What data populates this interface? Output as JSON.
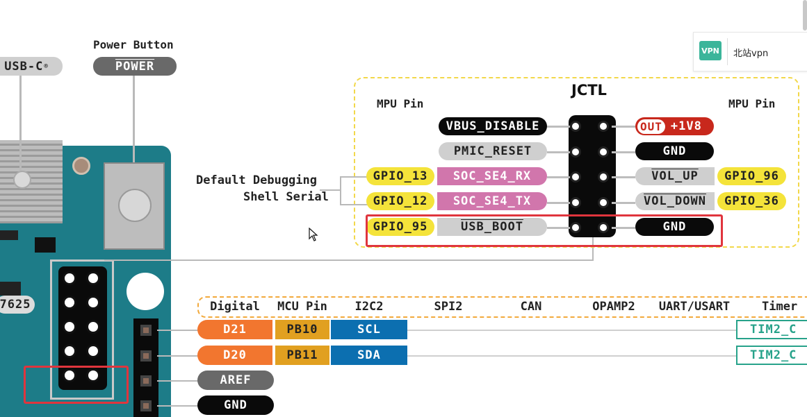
{
  "board": {
    "usbc_label": "USB-C",
    "usbc_mark": "®",
    "power_title": "Power Button",
    "power_label": "POWER",
    "chip_text": "7625"
  },
  "jctl": {
    "title": "JCTL",
    "mpu_left": "MPU Pin",
    "mpu_right": "MPU Pin",
    "debug_label_1": "Default Debugging",
    "debug_label_2": "Shell Serial",
    "rows": [
      {
        "gpio": "",
        "func": "VBUS_DISABLE",
        "right_func": "+1V8",
        "right_out": "OUT",
        "right_gpio": ""
      },
      {
        "gpio": "",
        "func": "PMIC_RESET",
        "right_func": "GND",
        "right_out": "",
        "right_gpio": ""
      },
      {
        "gpio": "GPIO_13",
        "func": "SOC_SE4_RX",
        "right_func": "VOL_UP",
        "right_out": "",
        "right_gpio": "GPIO_96"
      },
      {
        "gpio": "GPIO_12",
        "func": "SOC_SE4_TX",
        "right_func": "VOL_DOWN",
        "right_out": "",
        "right_gpio": "GPIO_36"
      },
      {
        "gpio": "GPIO_95",
        "func": "USB_BOOT",
        "right_func": "GND",
        "right_out": "",
        "right_gpio": ""
      }
    ]
  },
  "headers": [
    "Digital",
    "MCU Pin",
    "I2C2",
    "SPI2",
    "CAN",
    "OPAMP2",
    "UART/USART",
    "Timer"
  ],
  "pins": [
    {
      "digital": "D21",
      "mcu": "PB10",
      "i2c": "SCL",
      "timer": "TIM2_C"
    },
    {
      "digital": "D20",
      "mcu": "PB11",
      "i2c": "SDA",
      "timer": "TIM2_C"
    },
    {
      "digital": "AREF"
    },
    {
      "digital": "GND"
    }
  ],
  "vpn": {
    "badge": "VPN",
    "text": "北站vpn"
  },
  "colors": {
    "board": "#1d7c88",
    "yellow": "#f4e33a",
    "pink": "#d176ac",
    "gray": "#cfcfcf",
    "black": "#0a0a0a",
    "red": "#c8281c",
    "orange": "#f2762f",
    "mustard": "#e1a020",
    "blue": "#0c6fb0",
    "teal": "#27a28a",
    "highlight": "#e0353d"
  }
}
